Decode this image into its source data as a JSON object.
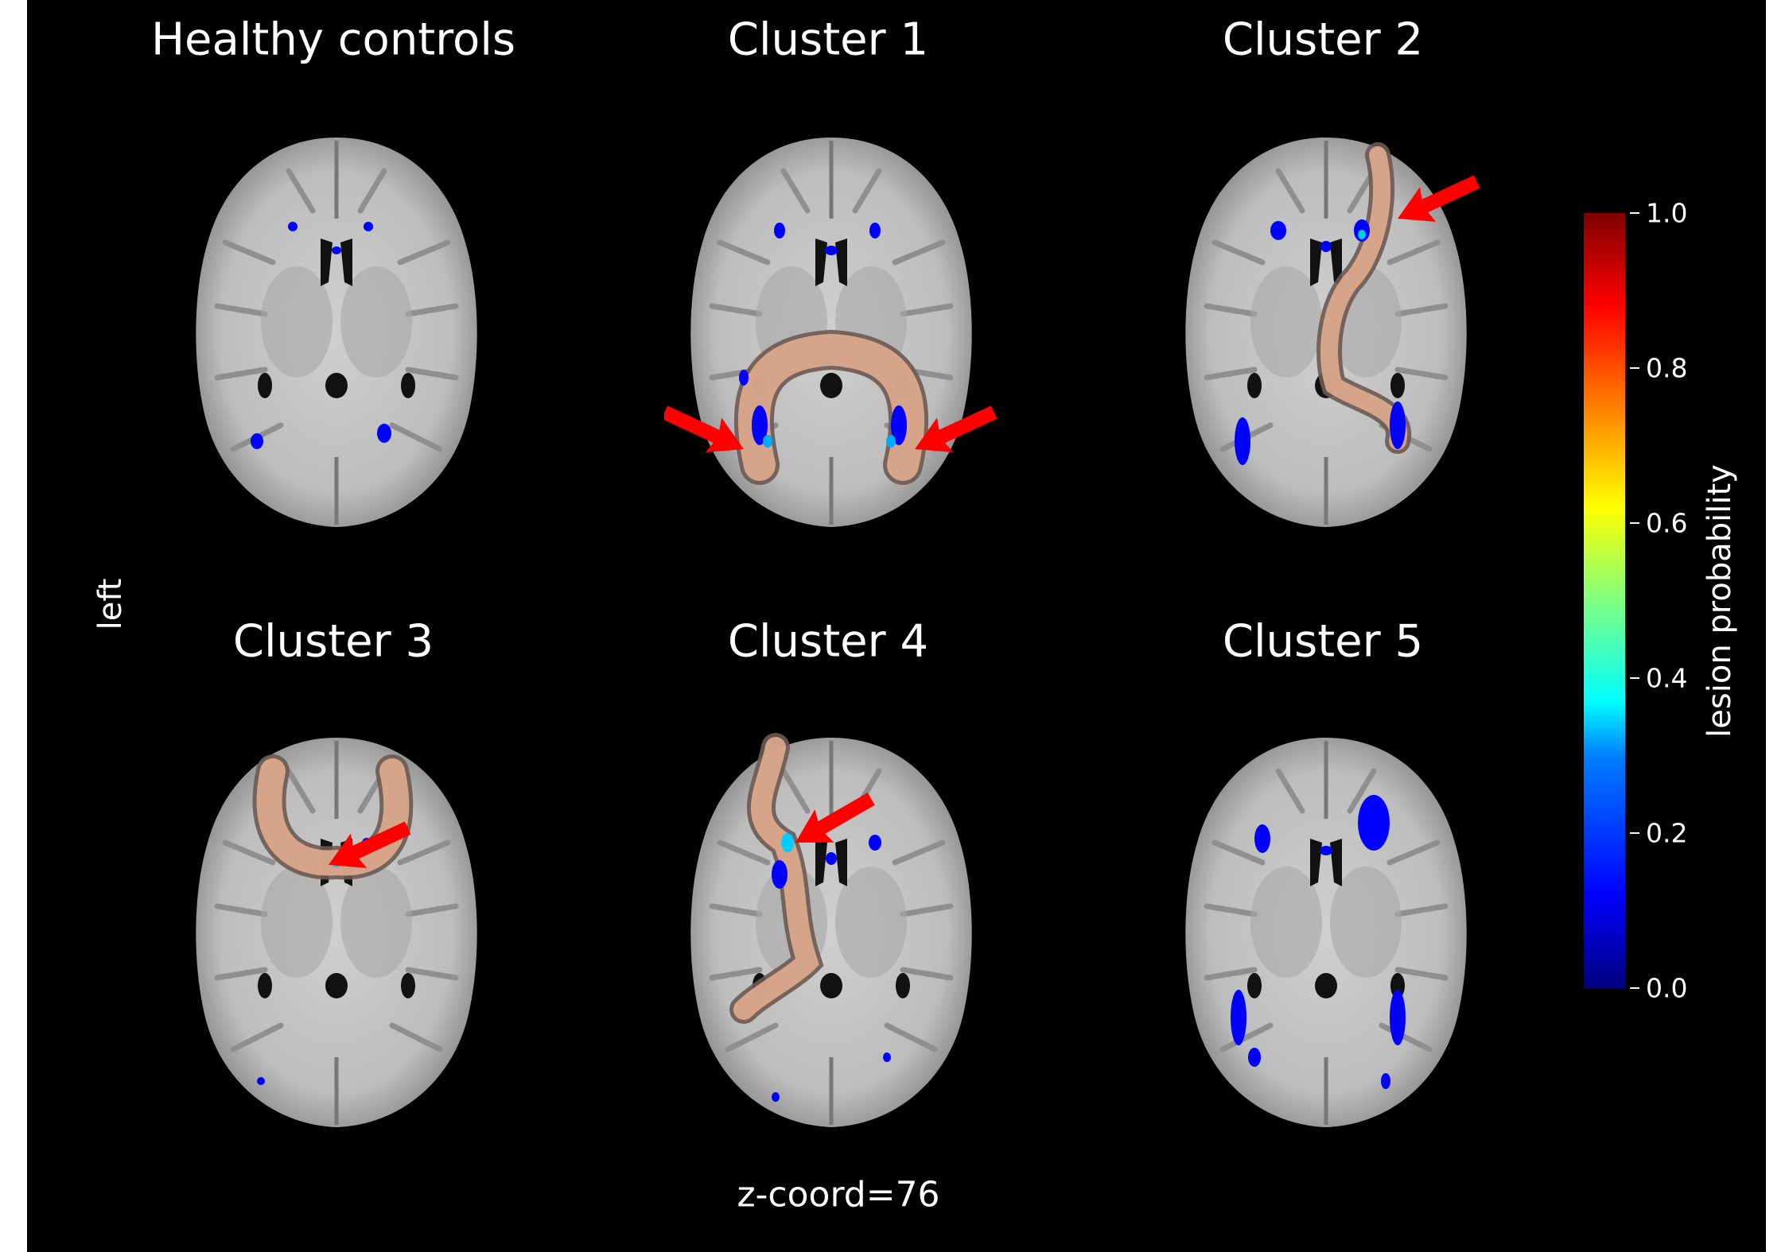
{
  "panels": [
    {
      "title": "Healthy controls",
      "tract": "none",
      "arrows": 0
    },
    {
      "title": "Cluster 1",
      "tract": "splenium",
      "arrows": 2
    },
    {
      "title": "Cluster 2",
      "tract": "right-frontal-occipital",
      "arrows": 1
    },
    {
      "title": "Cluster 3",
      "tract": "genu",
      "arrows": 1
    },
    {
      "title": "Cluster 4",
      "tract": "left-frontal-occipital",
      "arrows": 1
    },
    {
      "title": "Cluster 5",
      "tract": "none",
      "arrows": 0
    }
  ],
  "side_label": "left",
  "slice_label": "z-coord=76",
  "colorbar": {
    "label": "lesion probability",
    "colormap": "jet",
    "range": [
      0.0,
      1.0
    ],
    "ticks": [
      "0.0",
      "0.2",
      "0.4",
      "0.6",
      "0.8",
      "1.0"
    ]
  },
  "colors": {
    "background": "#000000",
    "arrow": "#ff0000",
    "tract": "#e8b090",
    "lesion": "#0000ff"
  }
}
